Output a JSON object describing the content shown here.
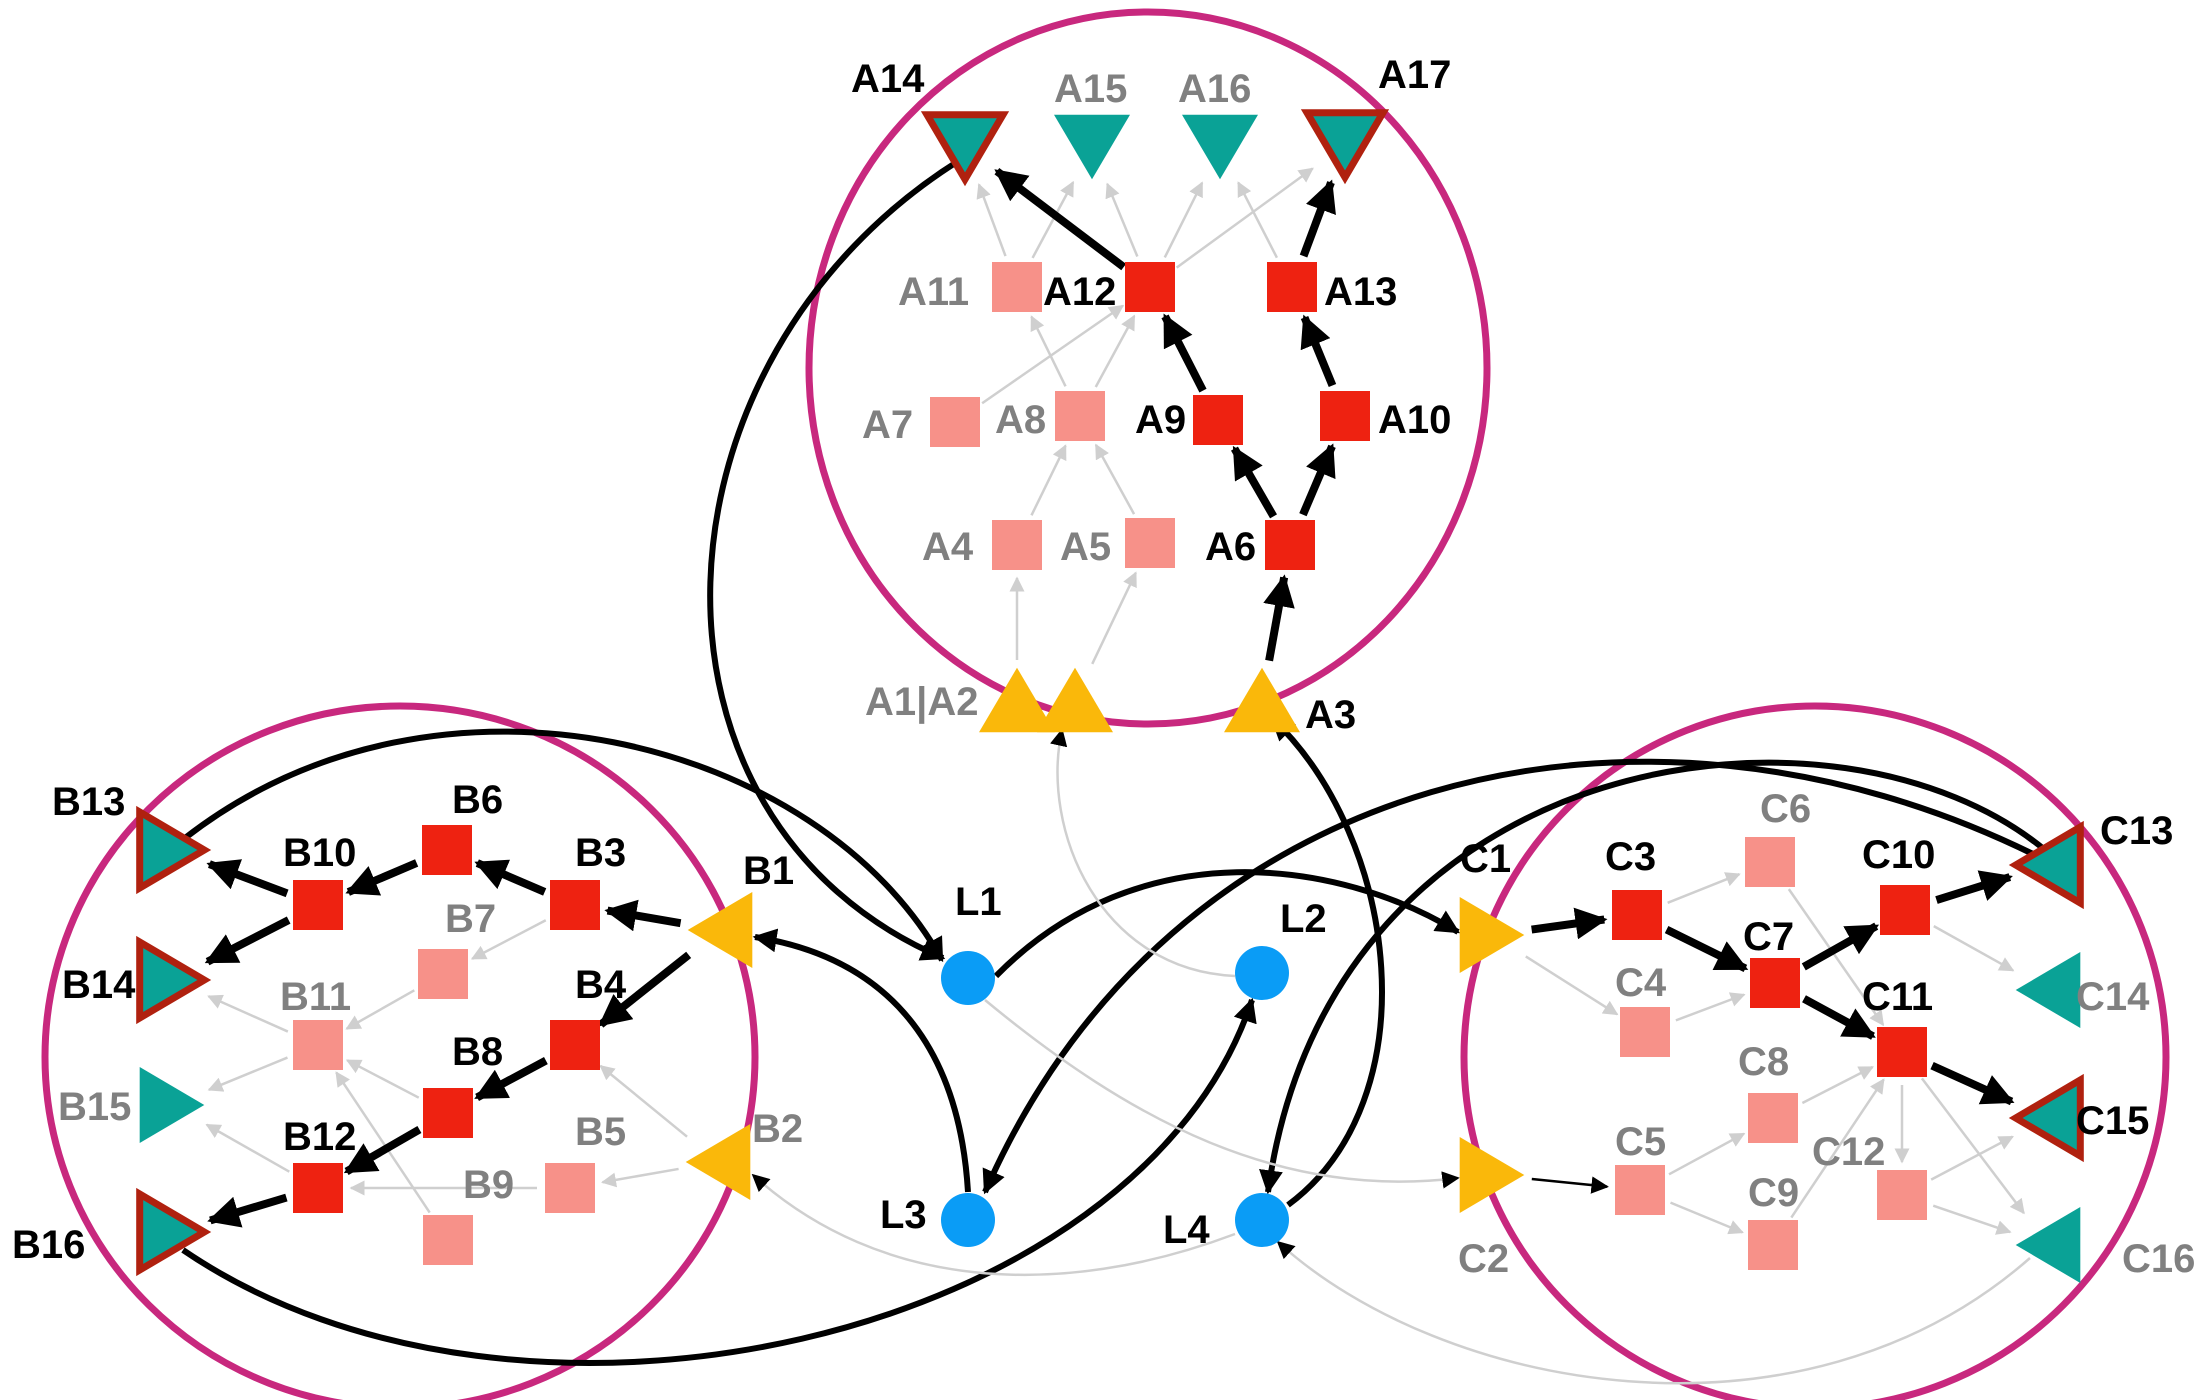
{
  "colors": {
    "cluster": "#c8287e",
    "square_active": "#ee2211",
    "square_inactive": "#f79189",
    "triangle_input": "#fab80a",
    "triangle_output": "#0aa296",
    "triangle_border": "#b0210f",
    "circle_hub": "#0a9cf6",
    "edge_active": "#000000",
    "edge_inactive": "#cfcfcf",
    "label_active": "#000000",
    "label_inactive": "#808080"
  },
  "labels": {
    "A1|A2": "A1|A2",
    "A3": "A3",
    "A4": "A4",
    "A5": "A5",
    "A6": "A6",
    "A7": "A7",
    "A8": "A8",
    "A9": "A9",
    "A10": "A10",
    "A11": "A11",
    "A12": "A12",
    "A13": "A13",
    "A14": "A14",
    "A15": "A15",
    "A16": "A16",
    "A17": "A17",
    "B1": "B1",
    "B2": "B2",
    "B3": "B3",
    "B4": "B4",
    "B5": "B5",
    "B6": "B6",
    "B7": "B7",
    "B8": "B8",
    "B9": "B9",
    "B10": "B10",
    "B11": "B11",
    "B12": "B12",
    "B13": "B13",
    "B14": "B14",
    "B15": "B15",
    "B16": "B16",
    "C1": "C1",
    "C2": "C2",
    "C3": "C3",
    "C4": "C4",
    "C5": "C5",
    "C6": "C6",
    "C7": "C7",
    "C8": "C8",
    "C9": "C9",
    "C10": "C10",
    "C11": "C11",
    "C12": "C12",
    "C13": "C13",
    "C14": "C14",
    "C15": "C15",
    "C16": "C16",
    "L1": "L1",
    "L2": "L2",
    "L3": "L3",
    "L4": "L4"
  },
  "nodes": [
    {
      "id": "A1",
      "shape": "tri-up",
      "active": false
    },
    {
      "id": "A2",
      "shape": "tri-up",
      "active": false
    },
    {
      "id": "A3",
      "shape": "tri-up",
      "active": true
    },
    {
      "id": "A4",
      "shape": "square",
      "active": false
    },
    {
      "id": "A5",
      "shape": "square",
      "active": false
    },
    {
      "id": "A6",
      "shape": "square",
      "active": true
    },
    {
      "id": "A7",
      "shape": "square",
      "active": false
    },
    {
      "id": "A8",
      "shape": "square",
      "active": false
    },
    {
      "id": "A9",
      "shape": "square",
      "active": true
    },
    {
      "id": "A10",
      "shape": "square",
      "active": true
    },
    {
      "id": "A11",
      "shape": "square",
      "active": false
    },
    {
      "id": "A12",
      "shape": "square",
      "active": true
    },
    {
      "id": "A13",
      "shape": "square",
      "active": true
    },
    {
      "id": "A14",
      "shape": "tri-down",
      "active": true
    },
    {
      "id": "A15",
      "shape": "tri-down",
      "active": false
    },
    {
      "id": "A16",
      "shape": "tri-down",
      "active": false
    },
    {
      "id": "A17",
      "shape": "tri-down",
      "active": true
    },
    {
      "id": "B1",
      "shape": "tri-left",
      "active": true
    },
    {
      "id": "B2",
      "shape": "tri-left",
      "active": false
    },
    {
      "id": "B3",
      "shape": "square",
      "active": true
    },
    {
      "id": "B4",
      "shape": "square",
      "active": true
    },
    {
      "id": "B5",
      "shape": "square",
      "active": false
    },
    {
      "id": "B6",
      "shape": "square",
      "active": true
    },
    {
      "id": "B7",
      "shape": "square",
      "active": false
    },
    {
      "id": "B8",
      "shape": "square",
      "active": true
    },
    {
      "id": "B9",
      "shape": "square",
      "active": false
    },
    {
      "id": "B10",
      "shape": "square",
      "active": true
    },
    {
      "id": "B11",
      "shape": "square",
      "active": false
    },
    {
      "id": "B12",
      "shape": "square",
      "active": true
    },
    {
      "id": "B13",
      "shape": "tri-right",
      "active": true
    },
    {
      "id": "B14",
      "shape": "tri-right",
      "active": true
    },
    {
      "id": "B15",
      "shape": "tri-right",
      "active": false
    },
    {
      "id": "B16",
      "shape": "tri-right",
      "active": true
    },
    {
      "id": "C1",
      "shape": "tri-right",
      "active": true
    },
    {
      "id": "C2",
      "shape": "tri-right",
      "active": false
    },
    {
      "id": "C3",
      "shape": "square",
      "active": true
    },
    {
      "id": "C4",
      "shape": "square",
      "active": false
    },
    {
      "id": "C5",
      "shape": "square",
      "active": false
    },
    {
      "id": "C6",
      "shape": "square",
      "active": false
    },
    {
      "id": "C7",
      "shape": "square",
      "active": true
    },
    {
      "id": "C8",
      "shape": "square",
      "active": false
    },
    {
      "id": "C9",
      "shape": "square",
      "active": false
    },
    {
      "id": "C10",
      "shape": "square",
      "active": true
    },
    {
      "id": "C11",
      "shape": "square",
      "active": true
    },
    {
      "id": "C12",
      "shape": "square",
      "active": false
    },
    {
      "id": "C13",
      "shape": "tri-left",
      "active": true
    },
    {
      "id": "C14",
      "shape": "tri-left",
      "active": false
    },
    {
      "id": "C15",
      "shape": "tri-left",
      "active": true
    },
    {
      "id": "C16",
      "shape": "tri-left",
      "active": false
    },
    {
      "id": "L1",
      "shape": "circle",
      "active": true
    },
    {
      "id": "L2",
      "shape": "circle",
      "active": true
    },
    {
      "id": "L3",
      "shape": "circle",
      "active": true
    },
    {
      "id": "L4",
      "shape": "circle",
      "active": true
    }
  ],
  "edges": [
    {
      "from": "A3",
      "to": "A6",
      "active": true
    },
    {
      "from": "A6",
      "to": "A9",
      "active": true
    },
    {
      "from": "A6",
      "to": "A10",
      "active": true
    },
    {
      "from": "A9",
      "to": "A12",
      "active": true
    },
    {
      "from": "A10",
      "to": "A13",
      "active": true
    },
    {
      "from": "A12",
      "to": "A14",
      "active": true
    },
    {
      "from": "A13",
      "to": "A17",
      "active": true
    },
    {
      "from": "A1",
      "to": "A4",
      "active": false
    },
    {
      "from": "A2",
      "to": "A5",
      "active": false
    },
    {
      "from": "A4",
      "to": "A8",
      "active": false
    },
    {
      "from": "A5",
      "to": "A8",
      "active": false
    },
    {
      "from": "A8",
      "to": "A11",
      "active": false
    },
    {
      "from": "A8",
      "to": "A12",
      "active": false
    },
    {
      "from": "A7",
      "to": "A12",
      "active": false
    },
    {
      "from": "A11",
      "to": "A14",
      "active": false
    },
    {
      "from": "A11",
      "to": "A15",
      "active": false
    },
    {
      "from": "A12",
      "to": "A15",
      "active": false
    },
    {
      "from": "A12",
      "to": "A16",
      "active": false
    },
    {
      "from": "A12",
      "to": "A17",
      "active": false
    },
    {
      "from": "A13",
      "to": "A16",
      "active": false
    },
    {
      "from": "B1",
      "to": "B3",
      "active": true
    },
    {
      "from": "B1",
      "to": "B4",
      "active": true
    },
    {
      "from": "B3",
      "to": "B6",
      "active": true
    },
    {
      "from": "B6",
      "to": "B10",
      "active": true
    },
    {
      "from": "B10",
      "to": "B13",
      "active": true
    },
    {
      "from": "B10",
      "to": "B14",
      "active": true
    },
    {
      "from": "B4",
      "to": "B8",
      "active": true
    },
    {
      "from": "B8",
      "to": "B12",
      "active": true
    },
    {
      "from": "B12",
      "to": "B16",
      "active": true
    },
    {
      "from": "B3",
      "to": "B7",
      "active": false
    },
    {
      "from": "B7",
      "to": "B11",
      "active": false
    },
    {
      "from": "B11",
      "to": "B14",
      "active": false
    },
    {
      "from": "B11",
      "to": "B15",
      "active": false
    },
    {
      "from": "B2",
      "to": "B5",
      "active": false
    },
    {
      "from": "B2",
      "to": "B4",
      "active": false
    },
    {
      "from": "B8",
      "to": "B11",
      "active": false
    },
    {
      "from": "B5",
      "to": "B12",
      "active": false
    },
    {
      "from": "B9",
      "to": "B11",
      "active": false
    },
    {
      "from": "B12",
      "to": "B15",
      "active": false
    },
    {
      "from": "C1",
      "to": "C3",
      "active": true
    },
    {
      "from": "C3",
      "to": "C7",
      "active": true
    },
    {
      "from": "C7",
      "to": "C10",
      "active": true
    },
    {
      "from": "C7",
      "to": "C11",
      "active": true
    },
    {
      "from": "C10",
      "to": "C13",
      "active": true
    },
    {
      "from": "C11",
      "to": "C15",
      "active": true
    },
    {
      "from": "C2",
      "to": "C5",
      "active": true,
      "thin": true
    },
    {
      "from": "C1",
      "to": "C4",
      "active": false
    },
    {
      "from": "C3",
      "to": "C6",
      "active": false
    },
    {
      "from": "C4",
      "to": "C7",
      "active": false
    },
    {
      "from": "C6",
      "to": "C11",
      "active": false
    },
    {
      "from": "C5",
      "to": "C8",
      "active": false
    },
    {
      "from": "C5",
      "to": "C9",
      "active": false
    },
    {
      "from": "C8",
      "to": "C11",
      "active": false
    },
    {
      "from": "C9",
      "to": "C11",
      "active": false
    },
    {
      "from": "C10",
      "to": "C14",
      "active": false
    },
    {
      "from": "C11",
      "to": "C12",
      "active": false
    },
    {
      "from": "C11",
      "to": "C16",
      "active": false
    },
    {
      "from": "C12",
      "to": "C15",
      "active": false
    },
    {
      "from": "C12",
      "to": "C16",
      "active": false
    }
  ],
  "links": [
    {
      "from": "A14",
      "to": "L1",
      "active": true
    },
    {
      "from": "B13",
      "to": "L1",
      "active": true
    },
    {
      "from": "L1",
      "to": "C1",
      "active": true
    },
    {
      "from": "L3",
      "to": "B1",
      "active": true
    },
    {
      "from": "C13",
      "to": "L3",
      "active": true
    },
    {
      "from": "B16",
      "to": "L2",
      "active": true
    },
    {
      "from": "C13",
      "to": "L4",
      "active": true
    },
    {
      "from": "L4",
      "to": "A3",
      "active": true
    },
    {
      "from": "L2",
      "to": "A2",
      "active": false
    },
    {
      "from": "L1",
      "to": "C2",
      "active": false
    },
    {
      "from": "L4",
      "to": "B2",
      "active": false
    },
    {
      "from": "C16",
      "to": "L4",
      "active": false
    }
  ]
}
